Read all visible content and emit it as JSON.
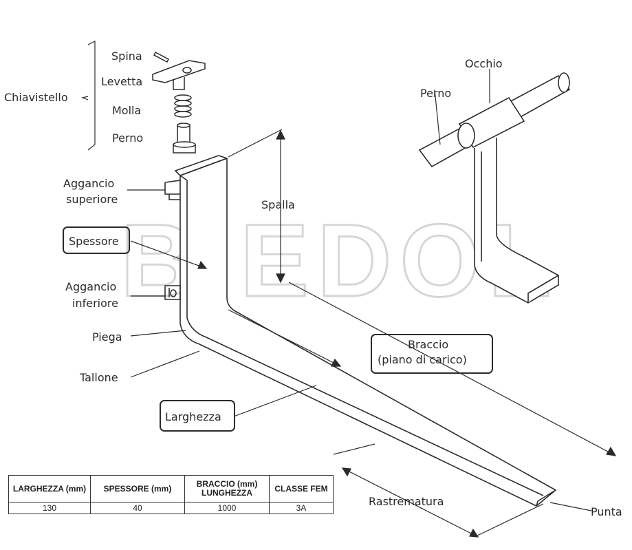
{
  "watermark": "BIEDOL",
  "labels": {
    "spina": "Spina",
    "levetta": "Levetta",
    "chiavistello": "Chiavistello",
    "molla": "Molla",
    "perno_pin": "Perno",
    "aggancio_sup_1": "Aggancio",
    "aggancio_sup_2": "superiore",
    "spessore": "Spessore",
    "aggancio_inf_1": "Aggancio",
    "aggancio_inf_2": "inferiore",
    "piega": "Piega",
    "tallone": "Tallone",
    "larghezza": "Larghezza",
    "spalla": "Spalla",
    "braccio_1": "Braccio",
    "braccio_2": "(piano di carico)",
    "rastrematura": "Rastrematura",
    "punta": "Punta",
    "occhio": "Occhio",
    "perno_shaft": "Perno"
  },
  "table": {
    "headers": [
      "LARGHEZZA (mm)",
      "SPESSORE (mm)",
      "BRACCIO (mm) LUNGHEZZA",
      "CLASSE FEM"
    ],
    "rows": [
      [
        "130",
        "40",
        "1000",
        "3A"
      ]
    ]
  }
}
